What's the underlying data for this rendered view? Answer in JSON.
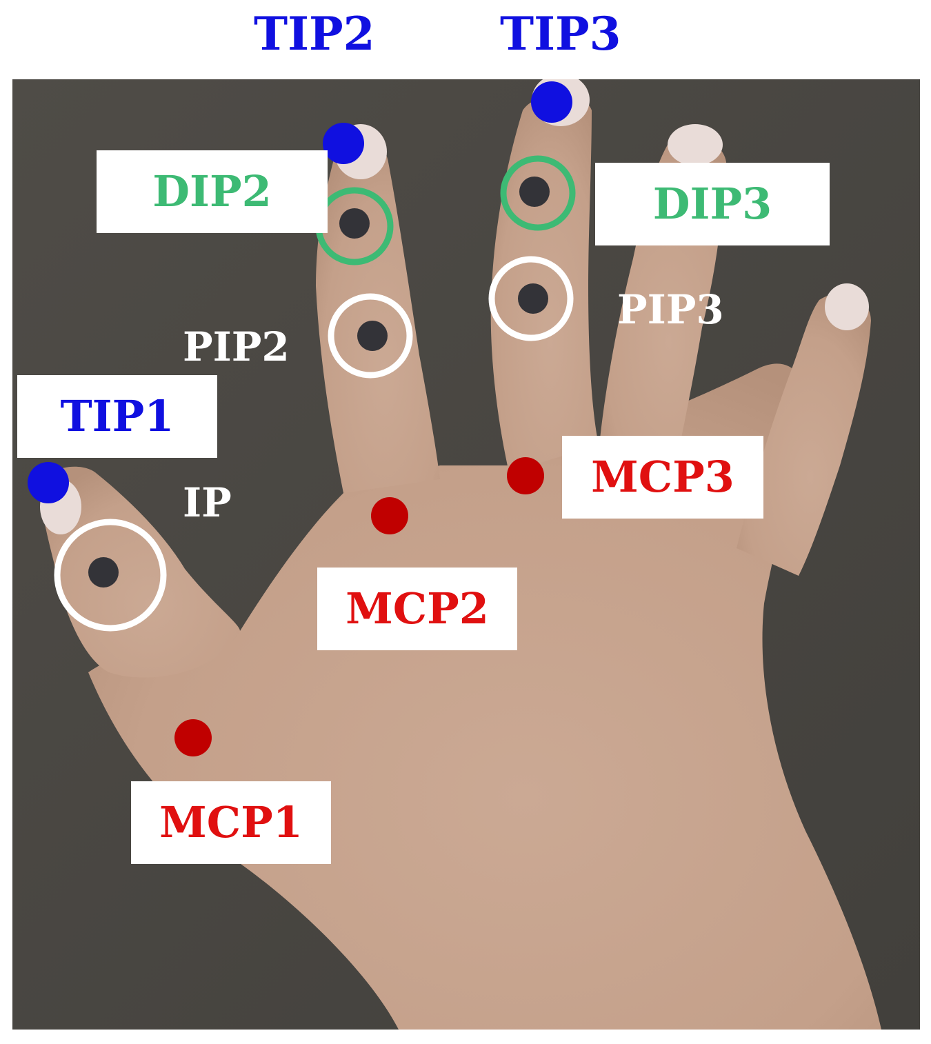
{
  "labels": {
    "tip1": "TIP1",
    "tip2": "TIP2",
    "tip3": "TIP3",
    "dip2": "DIP2",
    "dip3": "DIP3",
    "pip2": "PIP2",
    "pip3": "PIP3",
    "ip": "IP",
    "mcp1": "MCP1",
    "mcp2": "MCP2",
    "mcp3": "MCP3"
  },
  "colors": {
    "tip": "#1010e0",
    "dip": "#3dba74",
    "pip": "#ffffff",
    "mcp": "#c00000",
    "joint_center": "#333338",
    "background": "#4a4742",
    "skin": "#c7a58d"
  },
  "icons": {
    "tip_marker": "blue-dot",
    "dip_marker": "green-ring",
    "pip_marker": "white-ring",
    "mcp_marker": "red-dot"
  }
}
